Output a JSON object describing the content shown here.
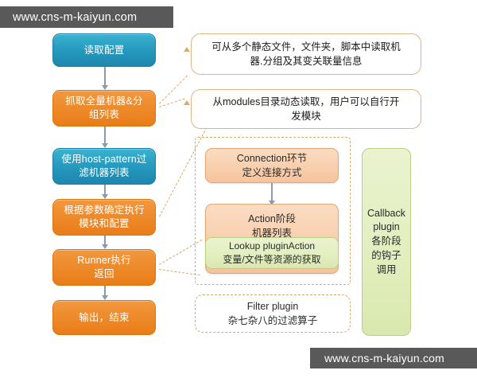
{
  "watermarks": {
    "top": "www.cns-m-kaiyun.com",
    "bottom": "www.cns-m-kaiyun.com"
  },
  "flow": {
    "nodes": [
      {
        "id": "read-config",
        "color": "blue",
        "lines": [
          "读取配置"
        ]
      },
      {
        "id": "fetch-hosts",
        "color": "orange",
        "lines": [
          "抓取全量机器&分",
          "组列表"
        ]
      },
      {
        "id": "host-pattern",
        "color": "blue",
        "lines": [
          "使用host-pattern过",
          "滤机器列表"
        ]
      },
      {
        "id": "determine-mod",
        "color": "orange",
        "lines": [
          "根据参数确定执行",
          "模块和配置"
        ]
      },
      {
        "id": "runner",
        "color": "orange",
        "lines": [
          "Runner执行",
          "返回"
        ]
      },
      {
        "id": "output-end",
        "color": "orange",
        "lines": [
          "输出，结束"
        ]
      }
    ]
  },
  "callouts": [
    {
      "id": "inventory-note",
      "lines": [
        "可从多个静态文件，文件夹，脚本中读取机",
        "器.分组及其变关联量信息"
      ]
    },
    {
      "id": "modules-note",
      "lines": [
        "从modules目录动态读取，用户可以自行开",
        "发模块"
      ]
    }
  ],
  "stages": {
    "connection": {
      "lines": [
        "Connection环节",
        "定义连接方式"
      ]
    },
    "action": {
      "lines": [
        "Action阶段",
        "机器列表"
      ]
    }
  },
  "plugins": {
    "lookup": {
      "lines": [
        "Lookup pluginAction",
        "变量/文件等资源的获取"
      ]
    },
    "filter": {
      "lines": [
        "Filter plugin",
        "杂七杂八的过滤算子"
      ]
    },
    "callback": {
      "lines": [
        "Callback",
        "plugin",
        "各阶段",
        "的钩子",
        "调用"
      ]
    }
  },
  "colors": {
    "blue": "#2497bd",
    "orange": "#ee8a2a",
    "peach": "#f8cfae",
    "green": "#e2eebe",
    "tan_border": "#d9b78a",
    "dash": "#d9a86c",
    "arrow": "#8a9bb0",
    "watermark_bg": "#595959"
  }
}
